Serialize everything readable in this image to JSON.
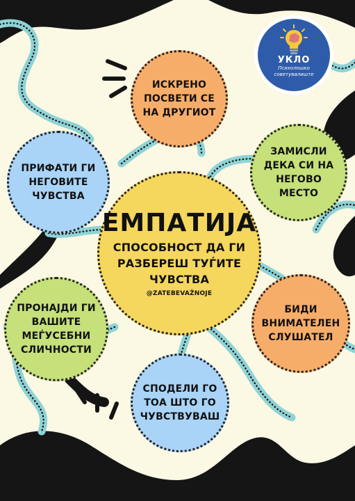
{
  "logo": {
    "name": "УКЛО",
    "subtitle": [
      "Психолошко",
      "советувалиште"
    ]
  },
  "center": {
    "title": "ЕМПАТИЈА",
    "lines": [
      "СПОСОБНОСТ ДА ГИ",
      "РАЗБЕРЕШ ТУЃИТЕ",
      "ЧУВСТВА"
    ],
    "hashtag": "@ZATEBEVAŽNOJE"
  },
  "bubbles": {
    "top": {
      "lines": [
        "ИСКРЕНО",
        "ПОСВЕТИ СЕ",
        "НА ДРУГИОТ"
      ],
      "color": "#f7ad6a"
    },
    "left_upper": {
      "lines": [
        "ПРИФАТИ ГИ",
        "НЕГОВИТЕ",
        "ЧУВСТВА"
      ],
      "color": "#a9d4f7"
    },
    "right_upper": {
      "lines": [
        "ЗАМИСЛИ",
        "ДЕКА СИ НА",
        "НЕГОВО",
        "МЕСТО"
      ],
      "color": "#c6e07a"
    },
    "right_lower": {
      "lines": [
        "БИДИ",
        "ВНИМАТЕЛЕН",
        "СЛУШАТЕЛ"
      ],
      "color": "#f7ad6a"
    },
    "left_lower": {
      "lines": [
        "ПРОНАЈДИ ГИ",
        "ВАШИТЕ",
        "МЕЃУСЕБНИ",
        "СЛИЧНОСТИ"
      ],
      "color": "#c6e07a"
    },
    "bottom": {
      "lines": [
        "СПОДЕЛИ ГО",
        "ТОА ШТО ГО",
        "ЧУВСТВУВАШ"
      ],
      "color": "#a9d4f7"
    }
  },
  "colors": {
    "background": "#fbf8e4",
    "center_fill": "#f5d75e",
    "rope": "#8fd3d6",
    "blob": "#151515",
    "logo_blue": "#2e5caa",
    "bulb": "#f6c93a"
  }
}
